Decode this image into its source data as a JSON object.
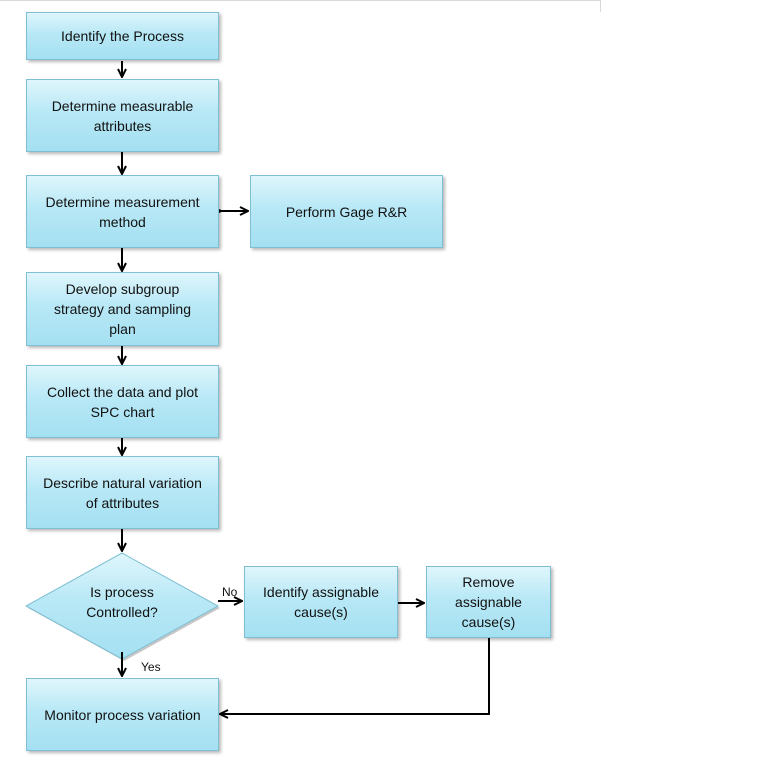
{
  "nodes": {
    "identify_process": "Identify the Process",
    "determine_attributes": "Determine measurable attributes",
    "determine_method": "Determine measurement method",
    "gage_rr": "Perform Gage R&R",
    "develop_subgroup": "Develop subgroup strategy and sampling plan",
    "collect_data": "Collect the data and plot SPC chart",
    "describe_variation": "Describe natural variation of attributes",
    "decision": "Is process Controlled?",
    "identify_cause": "Identify assignable cause(s)",
    "remove_cause": "Remove assignable cause(s)",
    "monitor": "Monitor process variation"
  },
  "edges": {
    "no_label": "No",
    "yes_label": "Yes"
  },
  "colors": {
    "box_fill_top": "#dff6fc",
    "box_fill_bottom": "#a4e0f2",
    "box_border": "#7fbfd3",
    "arrow": "#000000"
  }
}
